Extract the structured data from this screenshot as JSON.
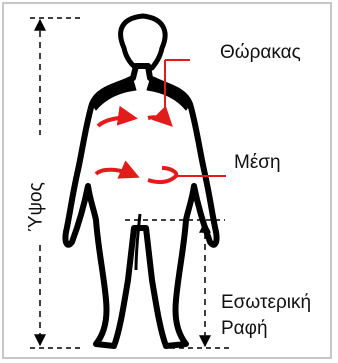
{
  "labels": {
    "chest": "Θώρακας",
    "waist": "Μέση",
    "inseam_line1": "Εσωτερική",
    "inseam_line2": "Ραφή",
    "height": "Ύψος"
  },
  "colors": {
    "background": "#ffffff",
    "border": "#c7c7c7",
    "silhouette": "#000000",
    "measure_arrow": "#e21b1b",
    "dimension_line": "#000000"
  },
  "icons": {
    "body": "human-silhouette-icon",
    "arrow": "arrowhead-icon"
  }
}
